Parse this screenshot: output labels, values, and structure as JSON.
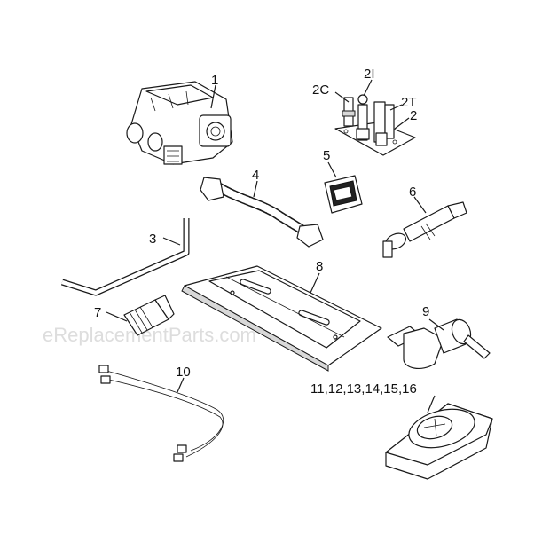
{
  "watermark": "eReplacementParts.com",
  "callouts": {
    "p1": "1",
    "p2": "2",
    "p2c": "2C",
    "p2i": "2I",
    "p2t": "2T",
    "p3": "3",
    "p4": "4",
    "p5": "5",
    "p6": "6",
    "p7": "7",
    "p8": "8",
    "p9": "9",
    "p10": "10",
    "p11": "11,12,13,14,15,16"
  }
}
